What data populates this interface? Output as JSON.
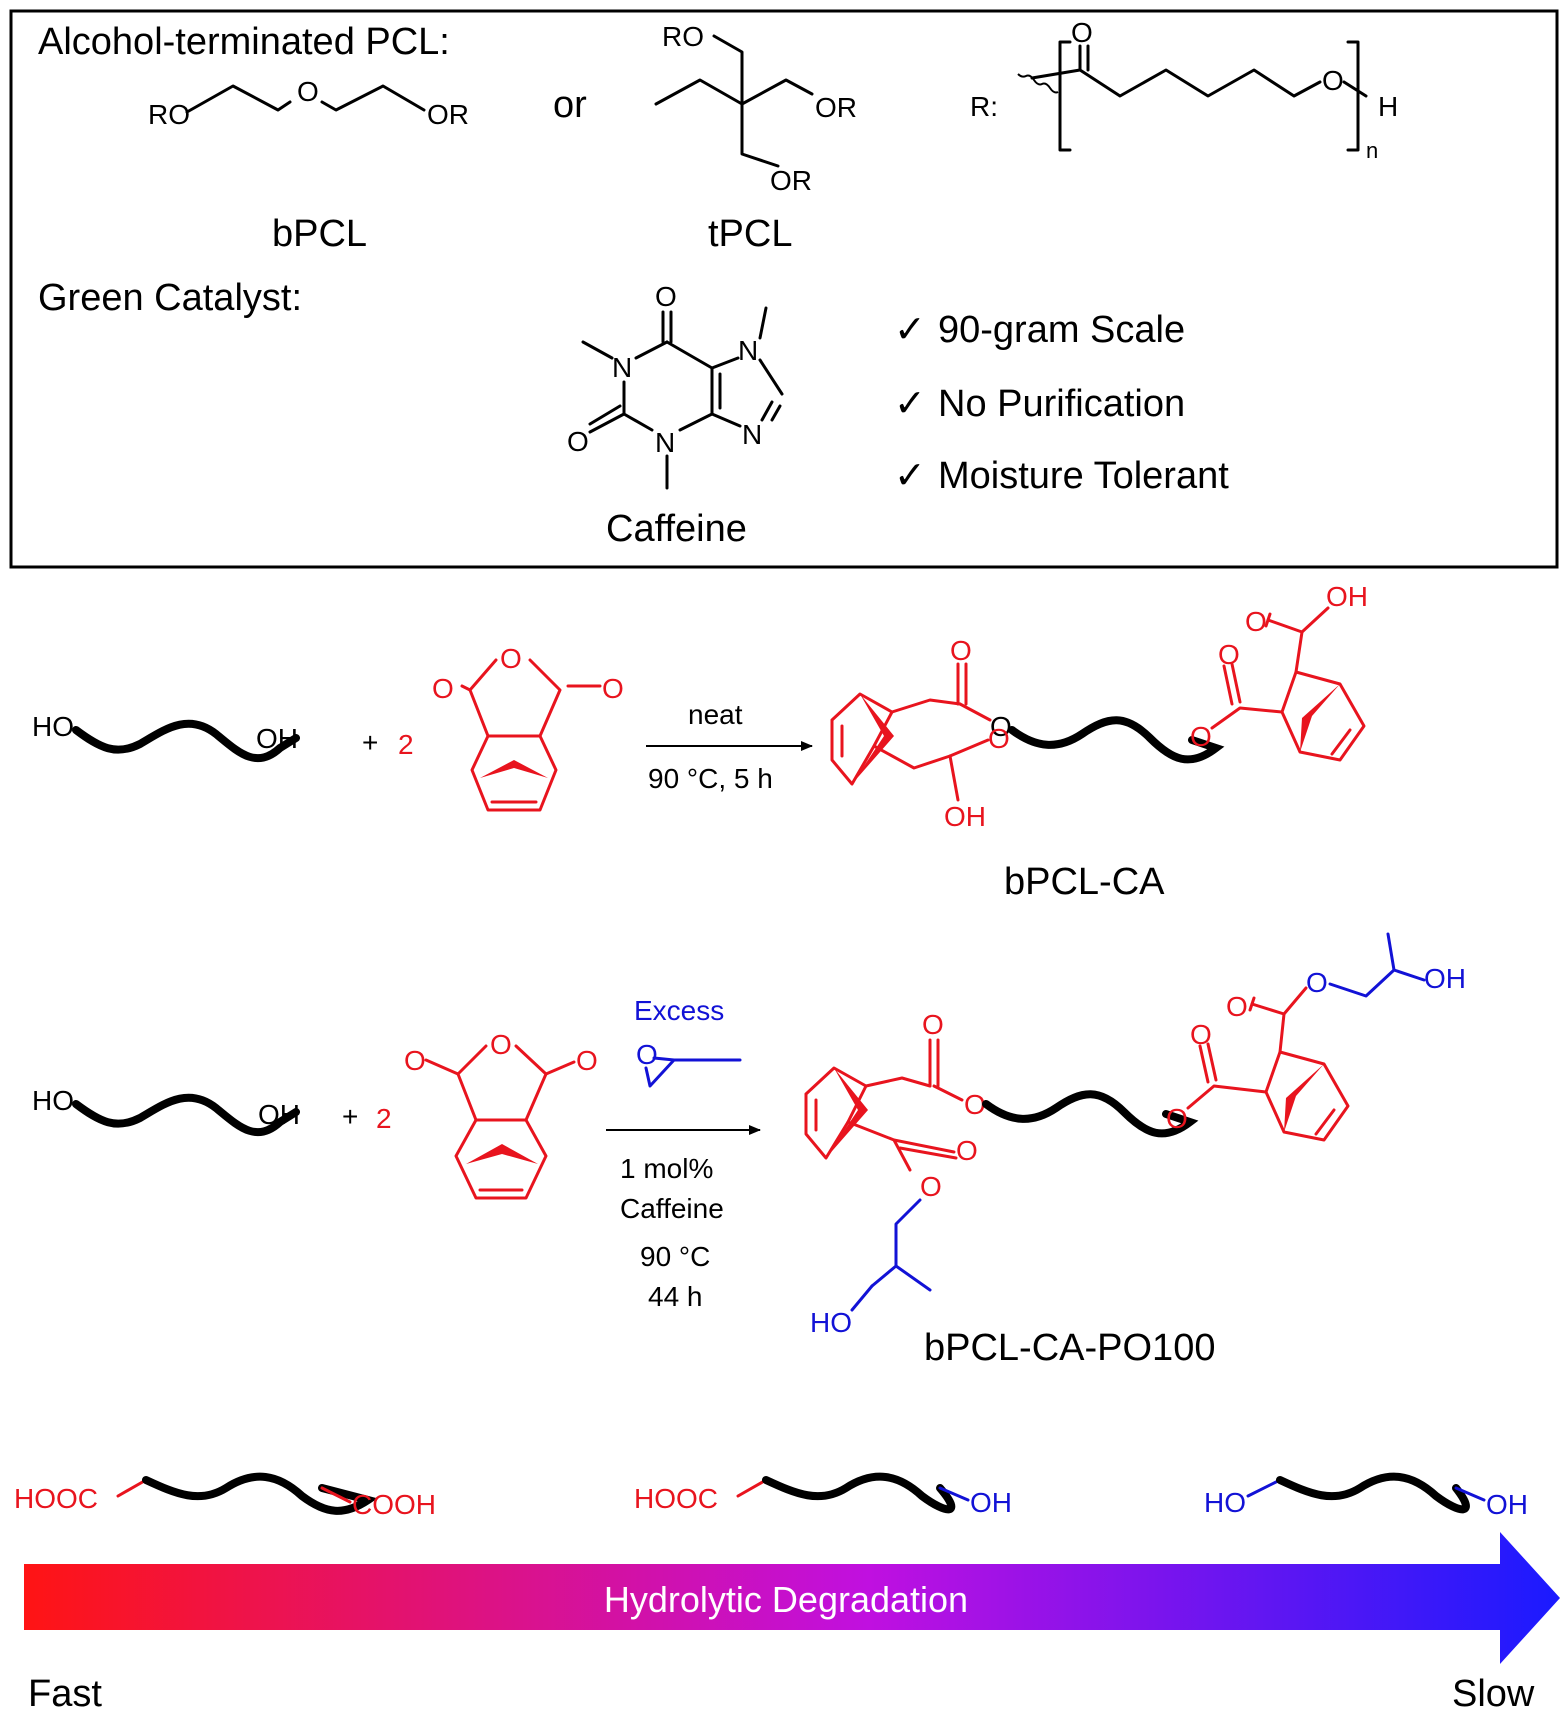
{
  "colors": {
    "red": "#e8141e",
    "blue": "#1212d6",
    "black": "#000000",
    "gradient_start": "#ff1414",
    "gradient_mid": "#c010e0",
    "gradient_end": "#1a1aff"
  },
  "panel": {
    "heading": "Alcohol-terminated PCL:",
    "or": "or",
    "bpcl": "bPCL",
    "tpcl": "tPCL",
    "r_label": "R:",
    "n_label": "n",
    "catalyst_heading": "Green Catalyst:",
    "caffeine": "Caffeine",
    "checks": [
      {
        "mark": "✓",
        "text": "90-gram Scale"
      },
      {
        "mark": "✓",
        "text": "No Purification"
      },
      {
        "mark": "✓",
        "text": "Moisture Tolerant"
      }
    ]
  },
  "atoms": {
    "RO": "RO",
    "OR": "OR",
    "O": "O",
    "H": "H",
    "N": "N",
    "HO": "HO",
    "OH": "OH",
    "HOOC": "HOOC",
    "COOH": "COOH"
  },
  "reaction1": {
    "plus": "+",
    "coefficient": "2",
    "condition_top": "neat",
    "condition_bottom": "90 °C, 5 h",
    "product": "bPCL-CA"
  },
  "reaction2": {
    "plus": "+",
    "coefficient": "2",
    "reagent": "Excess",
    "conditions": [
      "1 mol%",
      "Caffeine",
      "90 °C",
      "44 h"
    ],
    "product": "bPCL-CA-PO100"
  },
  "degradation": {
    "label": "Hydrolytic Degradation",
    "fast": "Fast",
    "slow": "Slow"
  }
}
